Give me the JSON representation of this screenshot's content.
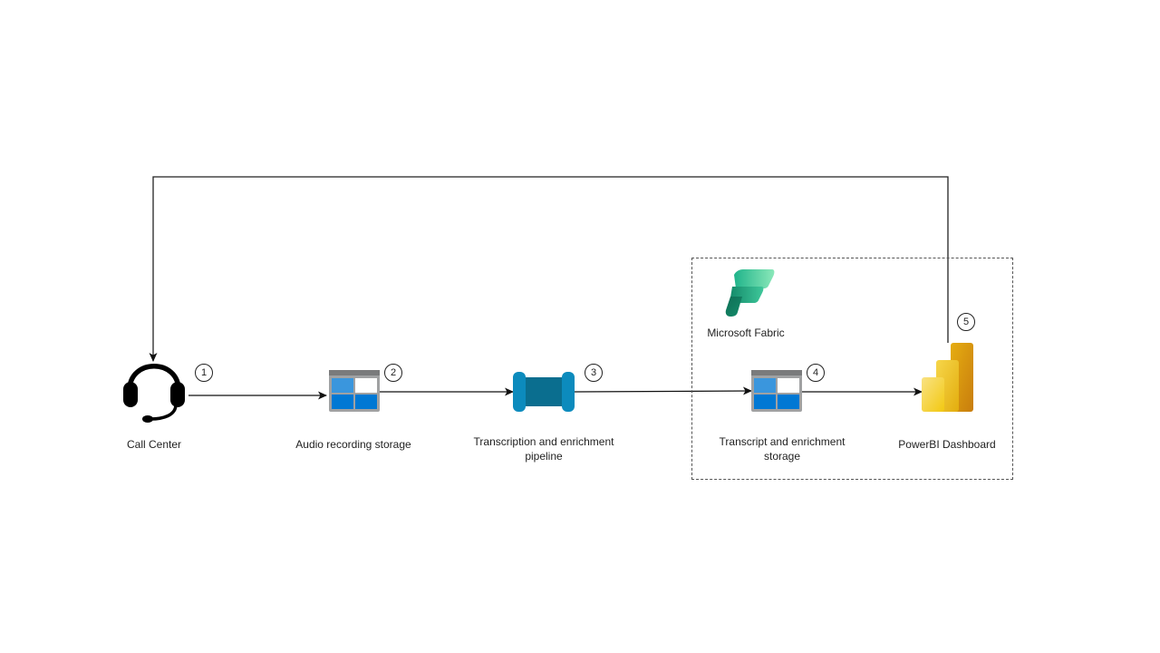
{
  "diagram": {
    "title": "",
    "nodes": [
      {
        "id": "call-center",
        "label": "Call Center",
        "step": "1",
        "icon": "headset-icon"
      },
      {
        "id": "audio-storage",
        "label": "Audio recording storage",
        "step": "2",
        "icon": "storage-account-icon"
      },
      {
        "id": "pipeline",
        "label": "Transcription and enrichment pipeline",
        "label_lines": [
          "Transcription and enrichment",
          "pipeline"
        ],
        "step": "3",
        "icon": "pipeline-icon"
      },
      {
        "id": "transcript-storage",
        "label": "Transcript and enrichment storage",
        "label_lines": [
          "Transcript and enrichment",
          "storage"
        ],
        "step": "4",
        "icon": "storage-account-icon"
      },
      {
        "id": "powerbi",
        "label": "PowerBI Dashboard",
        "step": "5",
        "icon": "powerbi-icon"
      }
    ],
    "group": {
      "label": "Microsoft Fabric",
      "icon": "microsoft-fabric-icon",
      "members": [
        "transcript-storage",
        "powerbi"
      ]
    },
    "edges": [
      {
        "from": "call-center",
        "to": "audio-storage"
      },
      {
        "from": "audio-storage",
        "to": "pipeline"
      },
      {
        "from": "pipeline",
        "to": "transcript-storage"
      },
      {
        "from": "transcript-storage",
        "to": "powerbi"
      },
      {
        "from": "powerbi",
        "to": "call-center",
        "style": "feedback-loop"
      }
    ],
    "colors": {
      "storage_blue": "#0078d4",
      "storage_light_blue": "#3a96dd",
      "storage_frame": "#a0a1a2",
      "pipeline_outer": "#0c8bbd",
      "pipeline_inner": "#0a6e8f",
      "powerbi_dark": "#e8a80c",
      "powerbi_light": "#f2c811",
      "fabric_green": "#35c5a0",
      "line": "#111111"
    }
  }
}
